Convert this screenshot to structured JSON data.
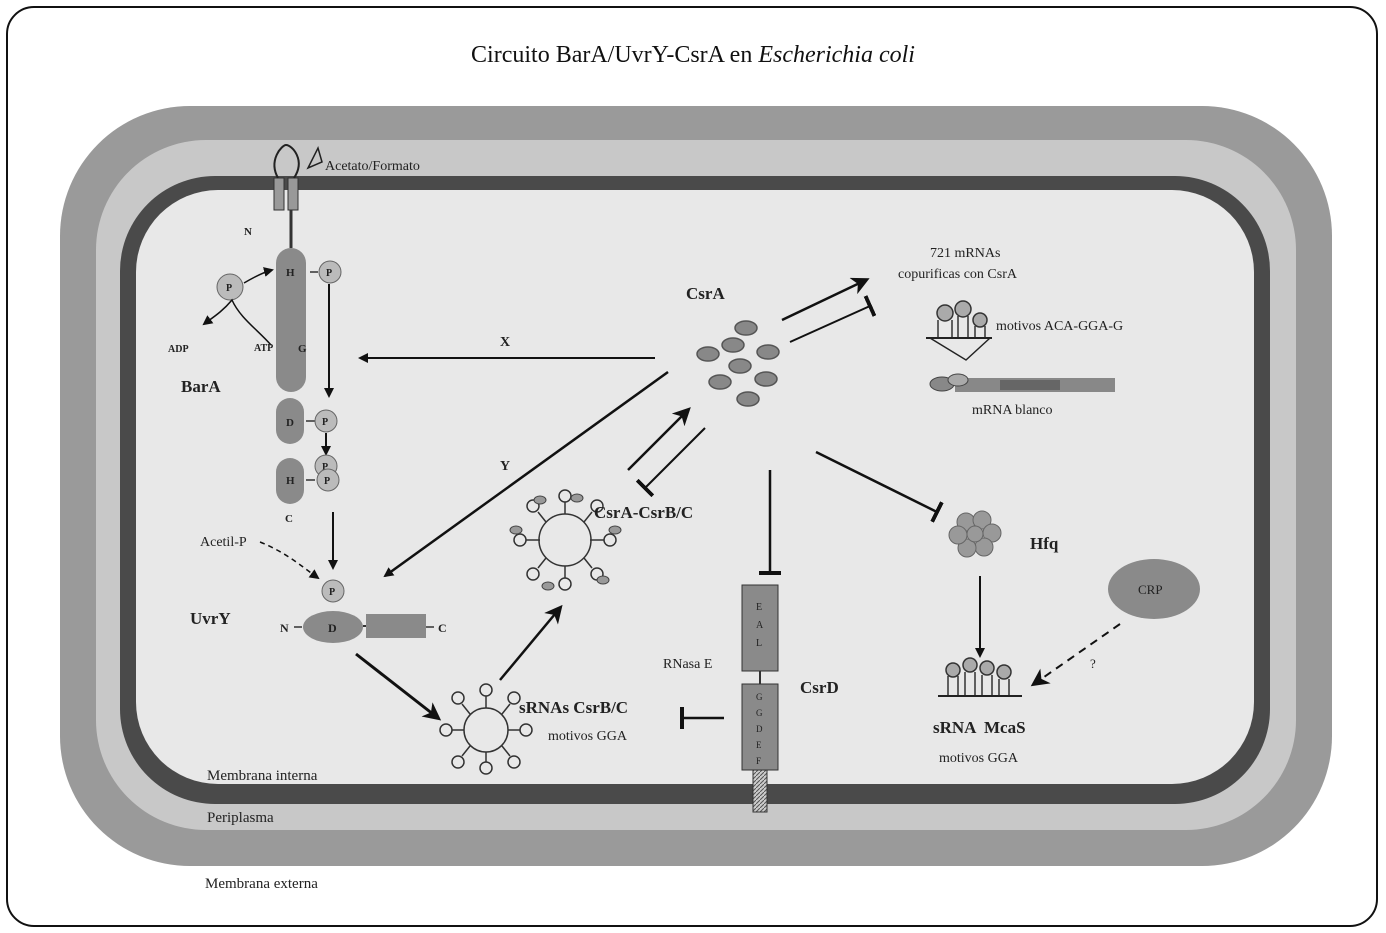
{
  "title": {
    "main": "Circuito BarA/UvrY-CsrA en ",
    "organism": "Escherichia coli"
  },
  "membranes": {
    "inner": "Membrana interna",
    "periplasm": "Periplasma",
    "outer": "Membrana externa"
  },
  "bara": {
    "stimulus": "Acetato/Formato",
    "n_term": "N",
    "c_term": "C",
    "name": "BarA",
    "domain_h1": "H",
    "domain_g": "G",
    "domain_d": "D",
    "domain_h2": "H",
    "phosphate": "P",
    "adp": "ADP",
    "atp": "ATP"
  },
  "uvry": {
    "name": "UvrY",
    "acetyl": "Acetil-P",
    "n_term": "N",
    "c_term": "C",
    "domain_d": "D",
    "phosphate": "P"
  },
  "csra": {
    "name": "CsrA",
    "copurified": [
      "721 mRNAs",
      "copurificas con CsrA"
    ],
    "motif": "motivos ACA-GGA-G",
    "target": "mRNA blanco",
    "arrow_x": "X",
    "arrow_y": "Y"
  },
  "complex": {
    "name": "CsrA-CsrB/C"
  },
  "srnas": {
    "name": "sRNAs CsrB/C",
    "motif": "motivos GGA"
  },
  "csrd": {
    "name": "CsrD",
    "rnase": "RNasa E",
    "domain_top": [
      "E",
      "A",
      "L"
    ],
    "domain_bottom": [
      "G",
      "G",
      "D",
      "E",
      "F"
    ]
  },
  "hfq": {
    "name": "Hfq"
  },
  "crp": {
    "name": "CRP",
    "question": "?"
  },
  "mcas": {
    "name": "sRNA  McaS",
    "motif": "motivos GGA"
  },
  "colors": {
    "outer_membrane": "#9a9a9a",
    "periplasm": "#c8c8c8",
    "inner_membrane": "#4a4a4a",
    "cytoplasm": "#e8e8e8",
    "protein": "#8a8a8a"
  }
}
